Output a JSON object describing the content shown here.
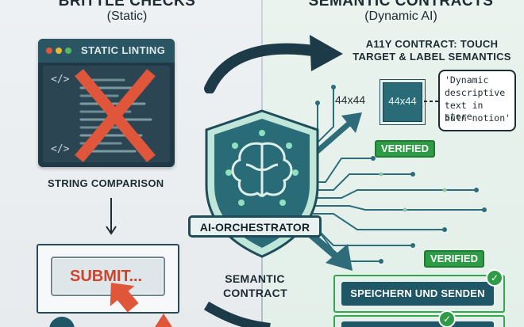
{
  "left": {
    "title": "BRITTLE CHECKS",
    "subtitle": "(Static)",
    "window_label": "STATIC LINTING",
    "code_tag_1": "</>",
    "code_tag_2": "</>",
    "comparison_label": "STRING COMPARISON",
    "submit_label": "SUBMIT..."
  },
  "center": {
    "shield_label": "AI-ORCHESTRATOR",
    "contract_line1": "SEMANTIC",
    "contract_line2": "CONTRACT"
  },
  "right": {
    "title": "SEMANTIC CONTRACTS",
    "subtitle": "(Dynamic AI)",
    "contract_title_1": "A11Y CONTRACT: TOUCH",
    "contract_title_2": "TARGET & LABEL SEMANTICS",
    "size_outer": "44x44",
    "size_inner": "44x44",
    "bubble_text_1": "'Dynamic",
    "bubble_text_2": "descriptive",
    "bubble_text_3": "text in store",
    "bubble_text_4": "butn notion'",
    "verified_top": "VERIFIED",
    "verified_bottom": "VERIFIED",
    "german_button": "SPEICHERN UND SENDEN"
  },
  "colors": {
    "accent_dark": "#1f5766",
    "accent_green": "#2e9b46",
    "cross_red": "#e0563b",
    "shield_teal": "#2a6b78"
  }
}
